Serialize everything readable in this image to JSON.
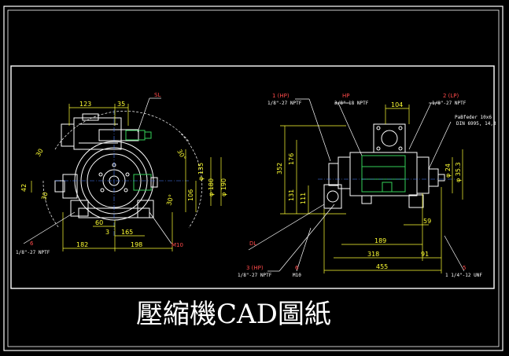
{
  "caption": "壓縮機CAD圖紙",
  "colors": {
    "background": "#000000",
    "outline": "#ffffff",
    "dimension": "#ffff33",
    "label": "#ff4a4a",
    "part_green": "#34d058",
    "center_line": "#4a7fff"
  },
  "left_view": {
    "dims_top": [
      "123",
      "35"
    ],
    "dims_side": [
      "30",
      "30",
      "30°",
      "30°",
      "42"
    ],
    "dims_diameter": [
      "φ 135",
      "φ 180",
      "φ 190",
      "106"
    ],
    "dims_bottom": [
      "60",
      "3",
      "165",
      "182",
      "198"
    ],
    "labels": [
      "SL",
      "6",
      "M10"
    ],
    "notes": [
      "1/8\"-27 NPTF"
    ]
  },
  "right_view": {
    "dims_top": [
      "104"
    ],
    "dims_left": [
      "352",
      "176",
      "131",
      "111"
    ],
    "dims_right": [
      "φ 24",
      "φ 35.3"
    ],
    "dims_bottom": [
      "59",
      "189",
      "318",
      "91",
      "455"
    ],
    "labels": [
      "1 (HP)",
      "HP",
      "2 (LP)",
      "DL",
      "3 (HP)",
      "6",
      "5"
    ],
    "notes": [
      "1/8\"-27 NPTF",
      "3/8\"-18 NPTF",
      "1/8\"-27 NPTF",
      "PaBfeder 10x6",
      "DIN 6995, 14,3",
      "1/8\"-27 NPTF",
      "M10",
      "1 1/4\"-12 UNF"
    ]
  }
}
